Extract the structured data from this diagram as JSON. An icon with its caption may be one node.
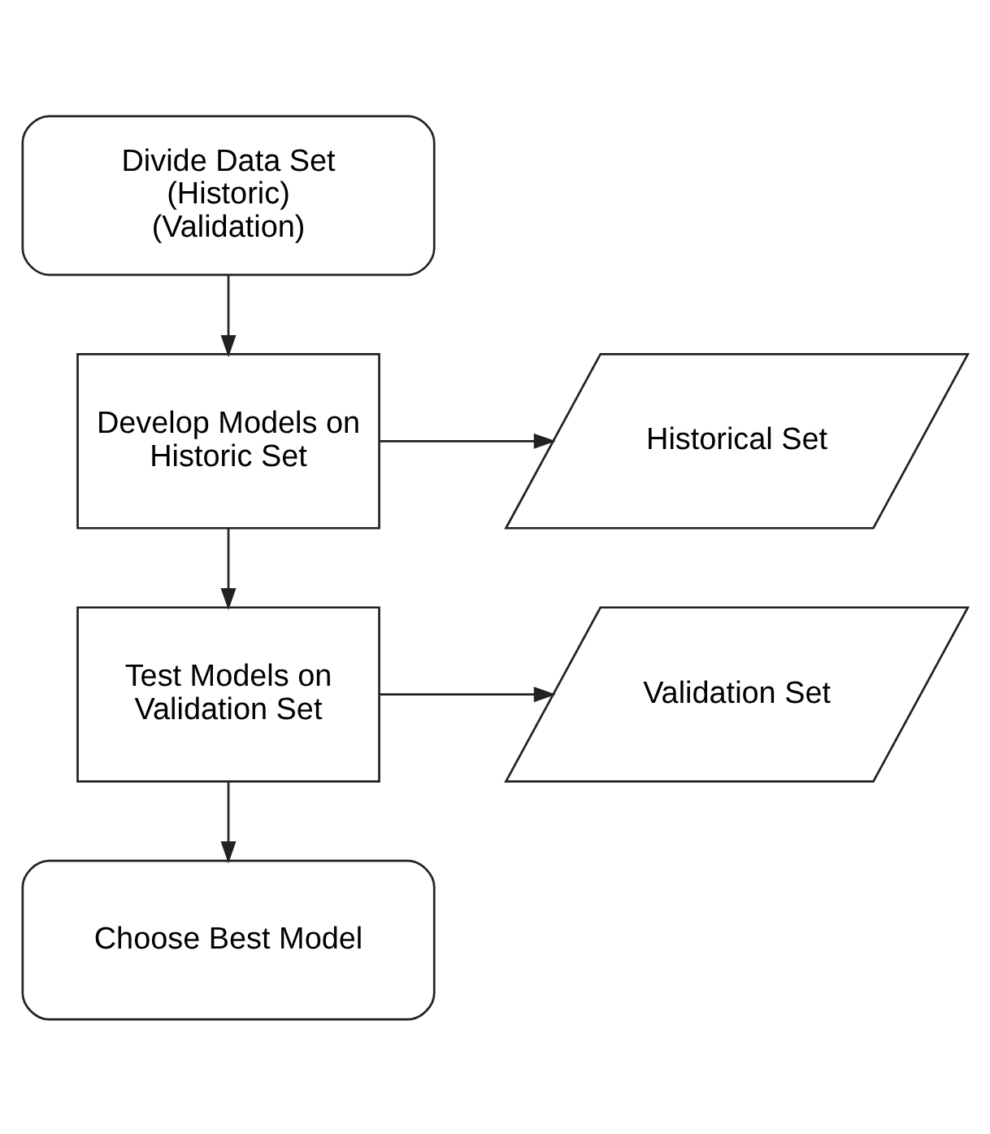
{
  "diagram": {
    "nodes": [
      {
        "text": [
          "Divide Data Set (Historic) (Validation)"
        ]
      },
      {
        "text": [
          "Develop Models on Historic Set"
        ]
      },
      {
        "text": [
          "Historical Set"
        ]
      },
      {
        "text": [
          "Test Models on Validation Set"
        ]
      },
      {
        "text": [
          "Validation Set"
        ]
      },
      {
        "text": [
          "Choose Best Model"
        ]
      }
    ],
    "edges": [
      {
        "from": 0,
        "to": 1,
        "arrow": "to"
      },
      {
        "from": 1,
        "to": 2,
        "arrow": "to"
      },
      {
        "from": 1,
        "to": 3,
        "arrow": "to"
      },
      {
        "from": 3,
        "to": 4,
        "arrow": "to"
      },
      {
        "from": 3,
        "to": 5,
        "arrow": "to"
      }
    ]
  }
}
